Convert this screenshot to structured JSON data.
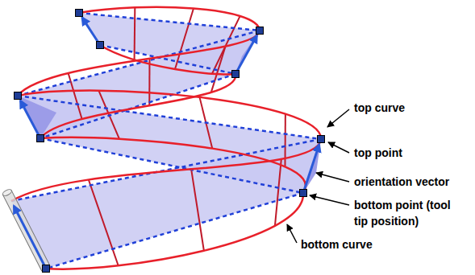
{
  "diagram": {
    "labels": [
      "top curve",
      "top point",
      "orientation vector",
      "bottom point (tool tip position)",
      "bottom curve"
    ]
  }
}
